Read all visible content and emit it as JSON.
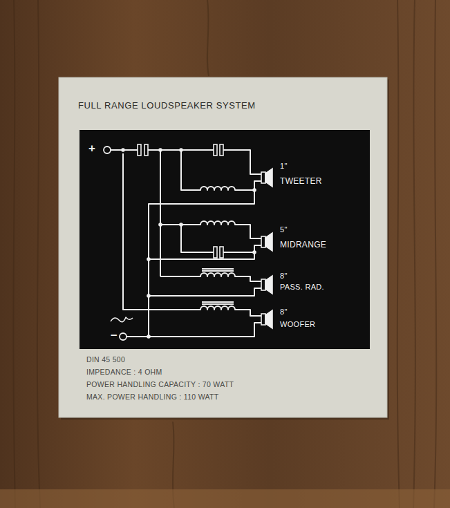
{
  "diagram": {
    "title": "FULL RANGE LOUDSPEAKER SYSTEM",
    "labels": [
      "+",
      "–",
      "1\"",
      "TWEETER",
      "5\"",
      "MIDRANGE",
      "8\"",
      "PASS. RAD.",
      "8\"",
      "WOOFER",
      "DIN 45 500",
      "IMPEDANCE : 4 OHM",
      "POWER HANDLING CAPACITY : 70 WATT",
      "MAX. POWER HANDLING : 110 WATT"
    ]
  }
}
